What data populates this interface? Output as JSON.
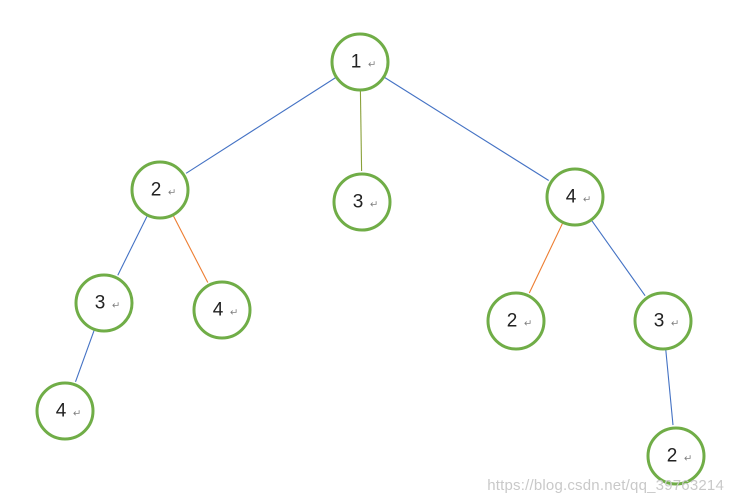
{
  "colors": {
    "node_stroke": "#70ad47",
    "edge_blue": "#4472c4",
    "edge_orange": "#ed7d31",
    "edge_olive": "#8aa13a"
  },
  "nodes": [
    {
      "id": "n1",
      "label": "1",
      "mark": "↵"
    },
    {
      "id": "n2",
      "label": "2",
      "mark": "↵"
    },
    {
      "id": "n3",
      "label": "3",
      "mark": "↵"
    },
    {
      "id": "n4",
      "label": "4",
      "mark": "↵"
    },
    {
      "id": "n5",
      "label": "3",
      "mark": "↵"
    },
    {
      "id": "n6",
      "label": "4",
      "mark": "↵"
    },
    {
      "id": "n7",
      "label": "2",
      "mark": "↵"
    },
    {
      "id": "n8",
      "label": "3",
      "mark": "↵"
    },
    {
      "id": "n9",
      "label": "4",
      "mark": "↵"
    },
    {
      "id": "n10",
      "label": "2",
      "mark": "↵"
    }
  ],
  "edges": [
    {
      "from": "n1",
      "to": "n2",
      "color": "edge_blue"
    },
    {
      "from": "n1",
      "to": "n3",
      "color": "edge_olive"
    },
    {
      "from": "n1",
      "to": "n4",
      "color": "edge_blue"
    },
    {
      "from": "n2",
      "to": "n5",
      "color": "edge_blue"
    },
    {
      "from": "n2",
      "to": "n6",
      "color": "edge_orange"
    },
    {
      "from": "n5",
      "to": "n9",
      "color": "edge_blue"
    },
    {
      "from": "n4",
      "to": "n7",
      "color": "edge_orange"
    },
    {
      "from": "n4",
      "to": "n8",
      "color": "edge_blue"
    },
    {
      "from": "n8",
      "to": "n10",
      "color": "edge_blue"
    }
  ],
  "watermark": "https://blog.csdn.net/qq_39763214"
}
